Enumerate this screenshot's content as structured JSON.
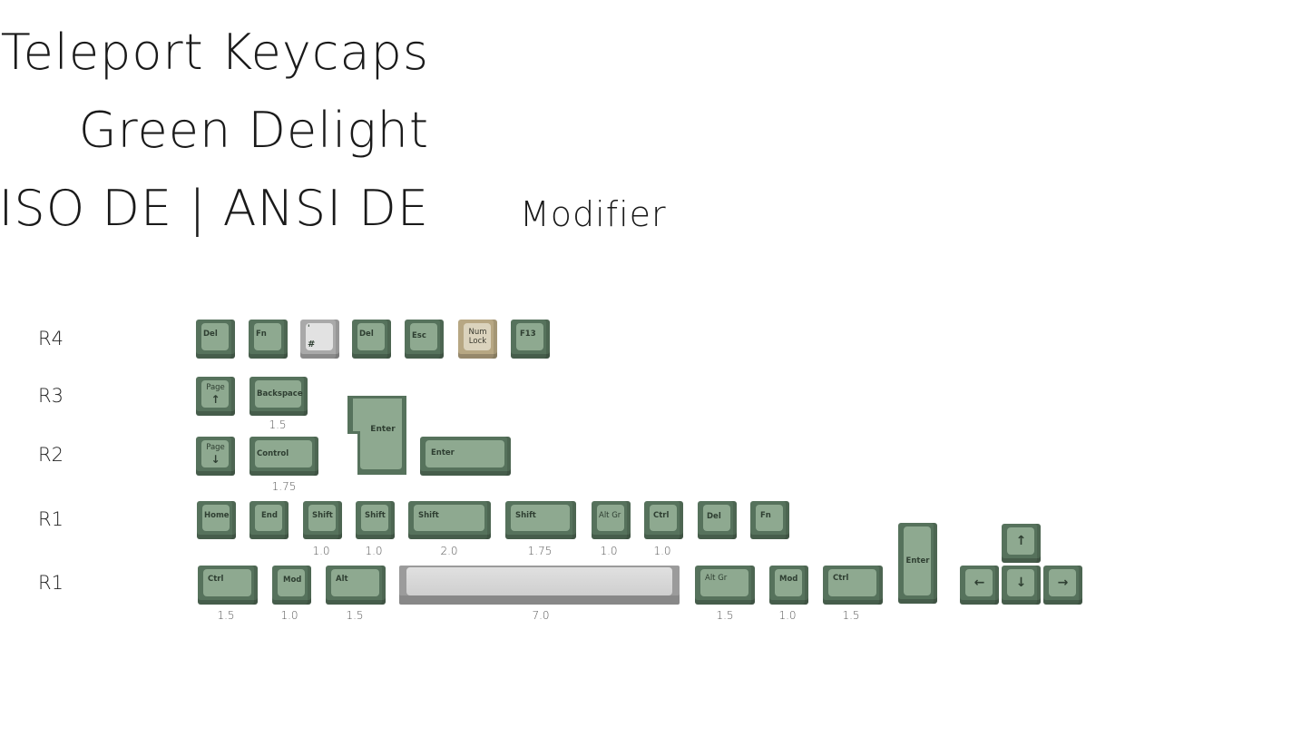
{
  "titles": {
    "line1": "Teleport Keycaps",
    "line2": "Green Delight",
    "line3": "ISO DE | ANSI DE",
    "section": "Modifier"
  },
  "row_labels": [
    "R4",
    "R3",
    "R2",
    "R1",
    "R1"
  ],
  "r4": {
    "keys": [
      "Del",
      "Fn",
      "'",
      "#",
      "Del",
      "Esc",
      "Num",
      "Lock",
      "F13"
    ]
  },
  "r3": {
    "keys": [
      "Page",
      "Backspace"
    ],
    "sizes": [
      "1.5"
    ],
    "iso_enter": "Enter"
  },
  "r2": {
    "keys": [
      "Page",
      "Control",
      "Enter"
    ],
    "sizes": [
      "1.75"
    ]
  },
  "r1a": {
    "keys": [
      "Home",
      "End",
      "Shift",
      "Shift",
      "Shift",
      "Shift",
      "Alt Gr",
      "Ctrl",
      "Del",
      "Fn"
    ],
    "sizes": [
      "1.0",
      "1.0",
      "2.0",
      "1.75",
      "1.0",
      "1.0"
    ]
  },
  "r1b": {
    "keys": [
      "Ctrl",
      "Mod",
      "Alt",
      "Alt Gr",
      "Mod",
      "Ctrl",
      "Enter"
    ],
    "sizes": [
      "1.5",
      "1.0",
      "1.5",
      "7.0",
      "1.5",
      "1.0",
      "1.5"
    ]
  },
  "arrows": {
    "up": "↑",
    "down": "↓",
    "left": "←",
    "right": "→"
  },
  "colors": {
    "green_side": "#56725c",
    "green_top": "#8ea990",
    "light_top": "#e2e2e2",
    "beige_top": "#dbd3bd"
  }
}
